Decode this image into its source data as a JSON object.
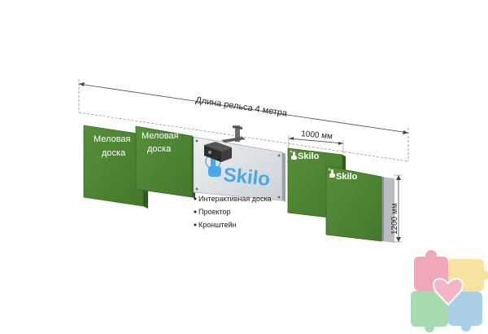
{
  "rail": {
    "label": "Длина рельса 4 метра"
  },
  "dimensions": {
    "width_label": "1000 мм",
    "height_label": "1200 мм"
  },
  "chalk_boards": [
    {
      "line1": "Меловая",
      "line2": "доска"
    },
    {
      "line1": "Меловая",
      "line2": "доска"
    }
  ],
  "interactive_board": {
    "brand": "Skilo",
    "features": [
      "Интерактивная доска",
      "Проектор",
      "Кронштейн"
    ]
  },
  "brand_badges": [
    "Skilo",
    "Skilo"
  ],
  "colors": {
    "board_green": "#4e8a34",
    "board_edge": "#2f5a1e",
    "glass": "#e1e3e6",
    "brand_blue": "#4aa8e8",
    "puzzle_pink": "#f2a7b9",
    "puzzle_green": "#a7dcb0",
    "puzzle_blue": "#a9cfe9",
    "puzzle_yellow": "#f7e3a0"
  },
  "icons": [
    "hand-pointer-icon",
    "puzzle-heart-logo-icon"
  ]
}
